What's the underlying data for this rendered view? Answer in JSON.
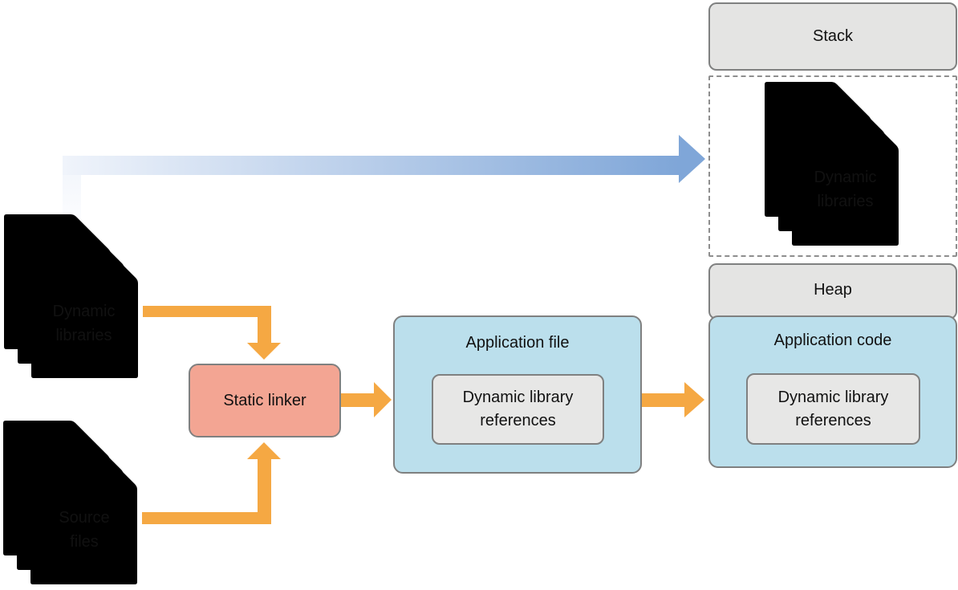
{
  "memory_region": {
    "stack_label": "Stack",
    "heap_label": "Heap",
    "loaded_libraries": {
      "line1": "Dynamic",
      "line2": "libraries"
    },
    "application_code": {
      "title": "Application code",
      "references_line1": "Dynamic library",
      "references_line2": "references"
    }
  },
  "build_flow": {
    "dynamic_libraries": {
      "line1": "Dynamic",
      "line2": "libraries"
    },
    "source_files": {
      "line1": "Source",
      "line2": "files"
    },
    "static_linker_label": "Static linker",
    "application_file": {
      "title": "Application file",
      "references_line1": "Dynamic library",
      "references_line2": "references"
    }
  },
  "colors": {
    "orange": "#f5a843",
    "salmon": "#f3a593",
    "box-blue": "#bbdfec",
    "header-gray": "#e4e4e3",
    "inner-gray": "#e7e7e6",
    "border-gray": "#7f8080",
    "doc-stroke": "#8b8b8b",
    "dash-gray": "#8e8e8e",
    "blue-arrow-start": "#f0f4fb",
    "blue-arrow-end": "#7fa6d8",
    "text": "#111111"
  }
}
